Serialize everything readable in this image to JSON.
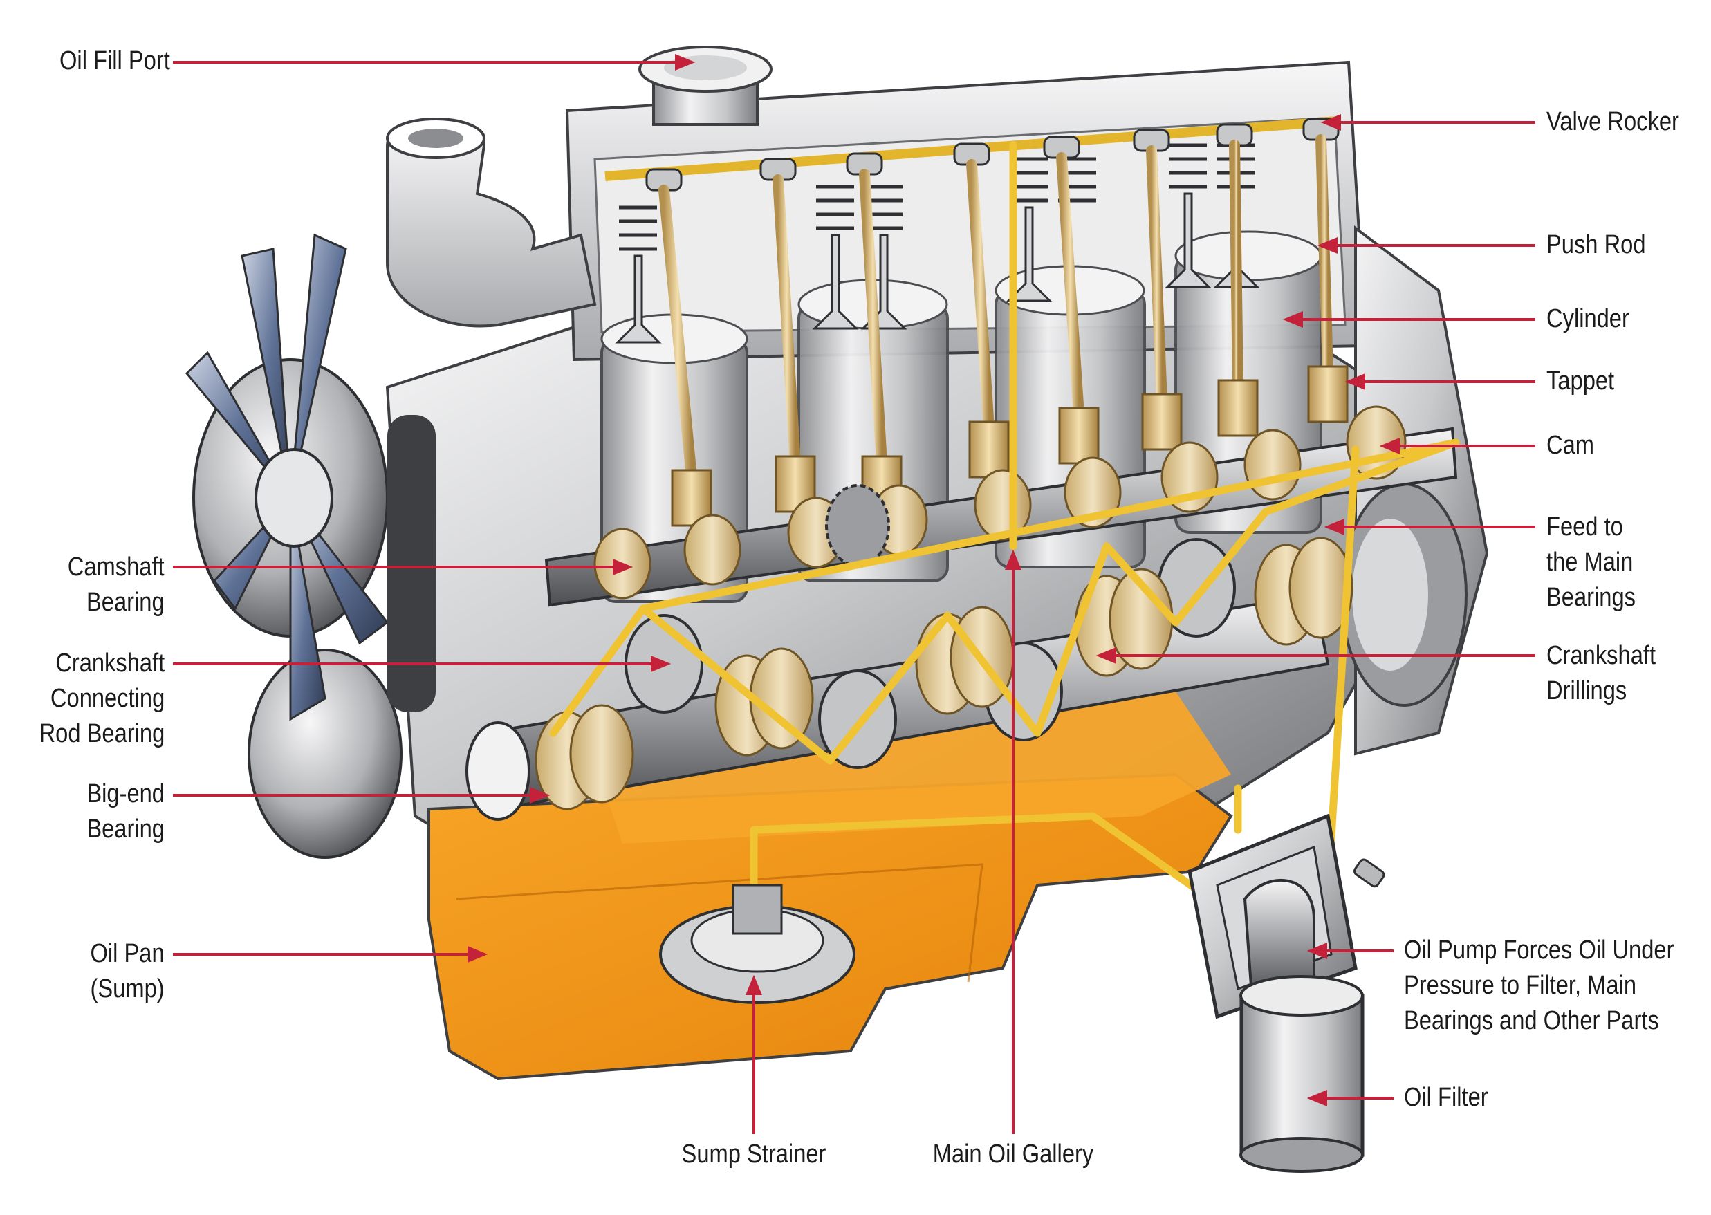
{
  "colors": {
    "leader": "#c4213b",
    "oil": "#f0c332",
    "sump_oil": "#f39a1c",
    "metal_light": "#e9e9ea",
    "metal_mid": "#b6b7b9",
    "metal_dark": "#5d5e61",
    "bearing": "#e4cfa1",
    "fan_blue": "#5f7297"
  },
  "labels": {
    "oil_fill_port": [
      "Oil Fill Port"
    ],
    "valve_rocker": [
      "Valve Rocker"
    ],
    "push_rod": [
      "Push Rod"
    ],
    "cylinder": [
      "Cylinder"
    ],
    "tappet": [
      "Tappet"
    ],
    "cam": [
      "Cam"
    ],
    "feed_to_main_bearings": [
      "Feed to",
      "the Main",
      "Bearings"
    ],
    "crankshaft_drillings": [
      "Crankshaft",
      "Drillings"
    ],
    "camshaft_bearing": [
      "Camshaft",
      "Bearing"
    ],
    "crankshaft_connecting_rod_bearing": [
      "Crankshaft",
      "Connecting",
      "Rod Bearing"
    ],
    "big_end_bearing": [
      "Big-end",
      "Bearing"
    ],
    "oil_pan": [
      "Oil Pan",
      "(Sump)"
    ],
    "oil_pump": [
      "Oil Pump Forces Oil Under",
      "Pressure to Filter, Main",
      "Bearings and Other Parts"
    ],
    "oil_filter": [
      "Oil Filter"
    ],
    "sump_strainer": [
      "Sump Strainer"
    ],
    "main_oil_gallery": [
      "Main Oil Gallery"
    ]
  }
}
